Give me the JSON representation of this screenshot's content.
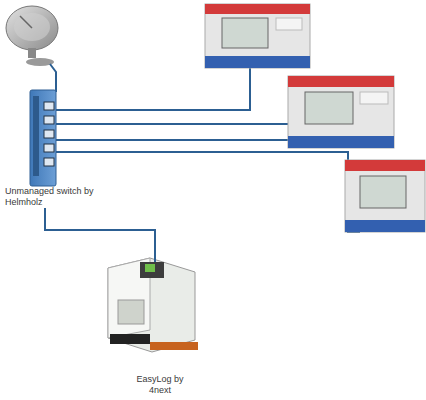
{
  "diagram": {
    "nodes": [
      {
        "text": [
          "Unmanaged switch by Helmholz"
        ]
      },
      {
        "text": [
          "EasyLog by 4next"
        ]
      }
    ],
    "edges": [
      {
        "from": 0,
        "to": 1,
        "arrow": "none"
      }
    ]
  }
}
